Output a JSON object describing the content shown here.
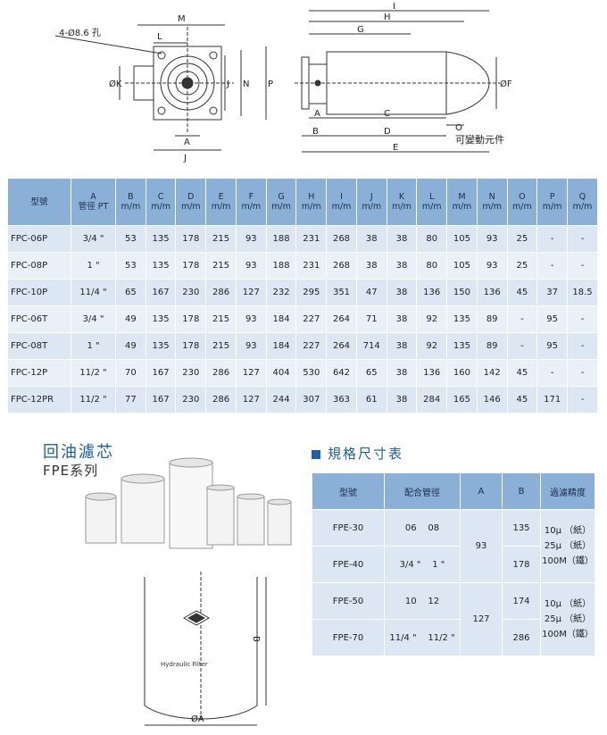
{
  "drawing": {
    "hole_label": "4-Ø8.6 孔",
    "left_view_dims": [
      "M",
      "L",
      "K",
      "J",
      "N",
      "P",
      "A",
      "J"
    ],
    "side_view_dims": [
      "I",
      "H",
      "G",
      "A",
      "C",
      "B",
      "D",
      "E",
      "O",
      "F"
    ],
    "variable_element": "可變動元件"
  },
  "spec_table": {
    "headers": [
      {
        "top": "型號",
        "bottom": ""
      },
      {
        "top": "A",
        "bottom": "管徑 PT"
      },
      {
        "top": "B",
        "bottom": "m/m"
      },
      {
        "top": "C",
        "bottom": "m/m"
      },
      {
        "top": "D",
        "bottom": "m/m"
      },
      {
        "top": "E",
        "bottom": "m/m"
      },
      {
        "top": "F",
        "bottom": "m/m"
      },
      {
        "top": "G",
        "bottom": "m/m"
      },
      {
        "top": "H",
        "bottom": "m/m"
      },
      {
        "top": "I",
        "bottom": "m/m"
      },
      {
        "top": "J",
        "bottom": "m/m"
      },
      {
        "top": "K",
        "bottom": "m/m"
      },
      {
        "top": "L",
        "bottom": "m/m"
      },
      {
        "top": "M",
        "bottom": "m/m"
      },
      {
        "top": "N",
        "bottom": "m/m"
      },
      {
        "top": "O",
        "bottom": "m/m"
      },
      {
        "top": "P",
        "bottom": "m/m"
      },
      {
        "top": "Q",
        "bottom": "m/m"
      }
    ],
    "rows": [
      [
        "FPC-06P",
        "3/4 \"",
        "53",
        "135",
        "178",
        "215",
        "93",
        "188",
        "231",
        "268",
        "38",
        "38",
        "80",
        "105",
        "93",
        "25",
        "-",
        "-"
      ],
      [
        "FPC-08P",
        "1 \"",
        "53",
        "135",
        "178",
        "215",
        "93",
        "188",
        "231",
        "268",
        "38",
        "38",
        "80",
        "105",
        "93",
        "25",
        "-",
        "-"
      ],
      [
        "FPC-10P",
        "11/4 \"",
        "65",
        "167",
        "230",
        "286",
        "127",
        "232",
        "295",
        "351",
        "47",
        "38",
        "136",
        "150",
        "136",
        "45",
        "37",
        "18.5"
      ],
      [
        "FPC-06T",
        "3/4 \"",
        "49",
        "135",
        "178",
        "215",
        "93",
        "184",
        "227",
        "264",
        "71",
        "38",
        "92",
        "135",
        "89",
        "-",
        "95",
        "-"
      ],
      [
        "FPC-08T",
        "1 \"",
        "49",
        "135",
        "178",
        "215",
        "93",
        "184",
        "227",
        "264",
        "714",
        "38",
        "92",
        "135",
        "89",
        "-",
        "95",
        "-"
      ],
      [
        "FPC-12P",
        "11/2 \"",
        "70",
        "167",
        "230",
        "286",
        "127",
        "404",
        "530",
        "642",
        "65",
        "38",
        "136",
        "160",
        "142",
        "45",
        "-",
        "-"
      ],
      [
        "FPC-12PR",
        "11/2 \"",
        "77",
        "167",
        "230",
        "286",
        "127",
        "244",
        "307",
        "363",
        "61",
        "38",
        "284",
        "165",
        "146",
        "45",
        "171",
        "-"
      ]
    ]
  },
  "filter_section": {
    "title": "回油濾芯",
    "series": "FPE系列",
    "diagram_label": "Hydraulic Filter",
    "dim_a": "ØA",
    "dim_b": "B"
  },
  "fpe_section": {
    "title": "規格尺寸表",
    "headers": [
      "型號",
      "配合管徑",
      "A",
      "B",
      "過濾精度"
    ],
    "rows": [
      {
        "model": "FPE-30",
        "pipe": "06    08",
        "b": "135"
      },
      {
        "model": "FPE-40",
        "pipe": "3/4 \"    1 \"",
        "b": "178"
      },
      {
        "model": "FPE-50",
        "pipe": "10    12",
        "b": "174"
      },
      {
        "model": "FPE-70",
        "pipe": "11/4 \"    11/2 \"",
        "b": "286"
      }
    ],
    "a_groups": [
      "93",
      "127"
    ],
    "precision_groups": [
      [
        "10μ （紙）",
        "25μ （紙）",
        "100M（鐵）"
      ],
      [
        "10μ （紙）",
        "25μ （紙）",
        "100M（鐵）"
      ]
    ]
  }
}
